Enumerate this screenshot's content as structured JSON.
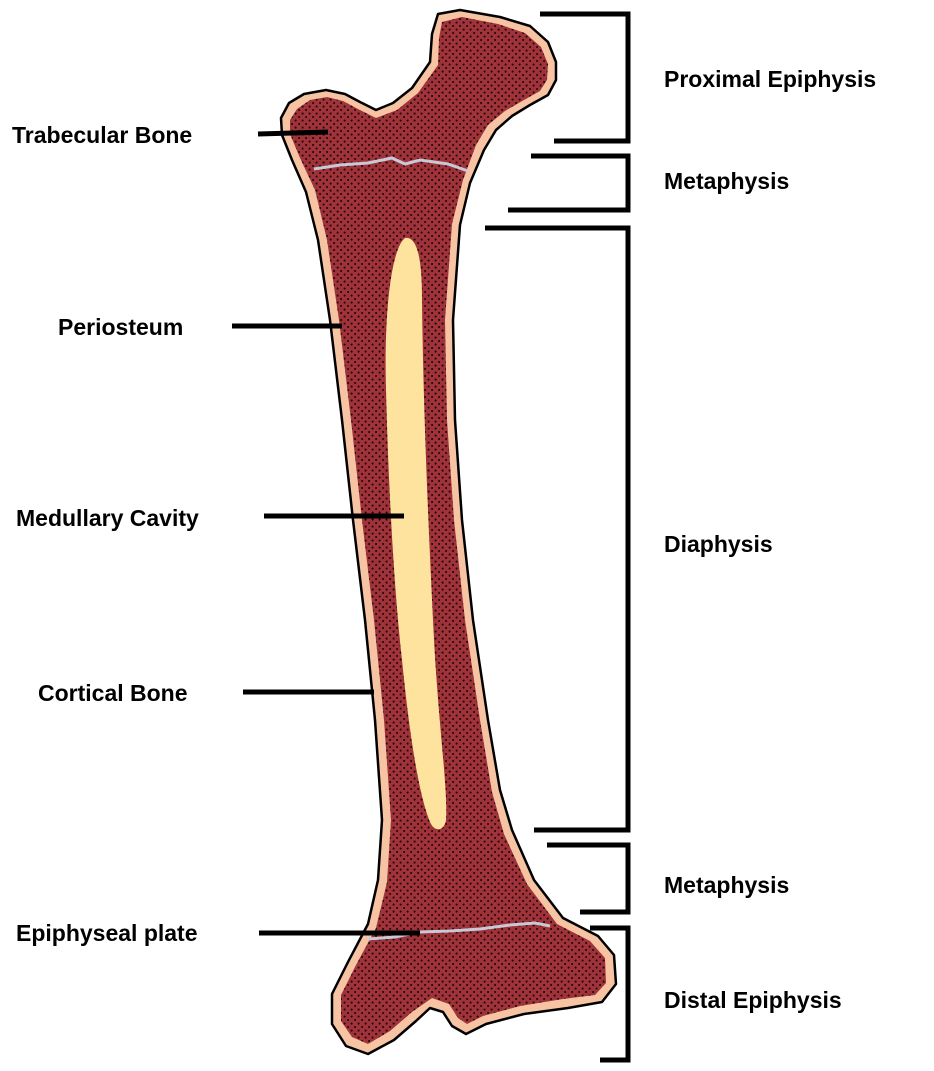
{
  "colors": {
    "periosteum": "#f7c4a3",
    "bone_tissue": "#a0333a",
    "stipple": "#1a0508",
    "medullary_cavity": "#fde39e",
    "epiphyseal_line": "#c9c9d6",
    "ink": "#000000"
  },
  "left_labels": {
    "trabecular_bone": "Trabecular Bone",
    "periosteum": "Periosteum",
    "medullary_cavity": "Medullary Cavity",
    "cortical_bone": "Cortical Bone",
    "epiphyseal_plate": "Epiphyseal plate"
  },
  "right_labels": {
    "proximal_epiphysis": "Proximal Epiphysis",
    "metaphysis_upper": "Metaphysis",
    "diaphysis": "Diaphysis",
    "metaphysis_lower": "Metaphysis",
    "distal_epiphysis": "Distal Epiphysis"
  }
}
